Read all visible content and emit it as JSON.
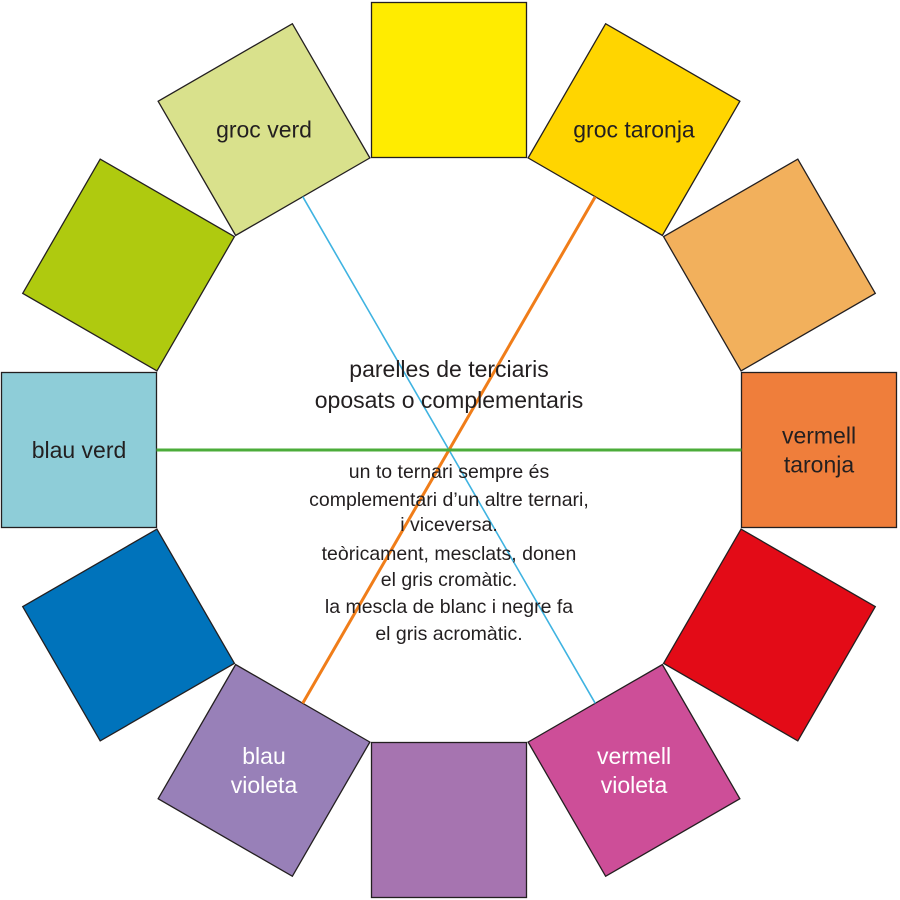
{
  "title": [
    "parelles de terciaris",
    "oposats o complementaris"
  ],
  "notes": [
    "un to ternari sempre és",
    "complementari d’un altre ternari,",
    "i viceversa.",
    "teòricament, mesclats, donen",
    "el gris cromàtic.",
    "la mescla de blanc i negre fa",
    "el gris acromàtic."
  ],
  "swatches": [
    {
      "id": "groc",
      "color": "#ffec00",
      "lines": []
    },
    {
      "id": "groc-taronja",
      "color": "#ffd500",
      "lines": [
        "groc taronja"
      ],
      "text_color": "#231f20"
    },
    {
      "id": "taronja",
      "color": "#f2b05c",
      "lines": []
    },
    {
      "id": "vermell-taronja",
      "color": "#ef7e3b",
      "lines": [
        "vermell",
        "taronja"
      ],
      "text_color": "#231f20"
    },
    {
      "id": "vermell",
      "color": "#e30b17",
      "lines": []
    },
    {
      "id": "vermell-violeta",
      "color": "#cd4e98",
      "lines": [
        "vermell",
        "violeta"
      ],
      "text_color": "#ffffff"
    },
    {
      "id": "violeta",
      "color": "#a674b0",
      "lines": []
    },
    {
      "id": "blau-violeta",
      "color": "#9880b8",
      "lines": [
        "blau",
        "violeta"
      ],
      "text_color": "#ffffff"
    },
    {
      "id": "blau",
      "color": "#0073bb",
      "lines": []
    },
    {
      "id": "blau-verd",
      "color": "#8ecdd8",
      "lines": [
        "blau verd"
      ],
      "text_color": "#231f20"
    },
    {
      "id": "verd",
      "color": "#afca0f",
      "lines": []
    },
    {
      "id": "groc-verd",
      "color": "#d9e18c",
      "lines": [
        "groc verd"
      ],
      "text_color": "#231f20"
    }
  ],
  "connectors": [
    {
      "id": "groc-verd-to-vermell-violeta",
      "from": "groc-verd",
      "to": "vermell-violeta",
      "color": "#3fb3e1"
    },
    {
      "id": "groc-taronja-to-blau-violeta",
      "from": "groc-taronja",
      "to": "blau-violeta",
      "color": "#f07d19"
    },
    {
      "id": "blau-verd-to-vermell-taronja",
      "from": "blau-verd",
      "to": "vermell-taronja",
      "color": "#4bac3a"
    }
  ]
}
